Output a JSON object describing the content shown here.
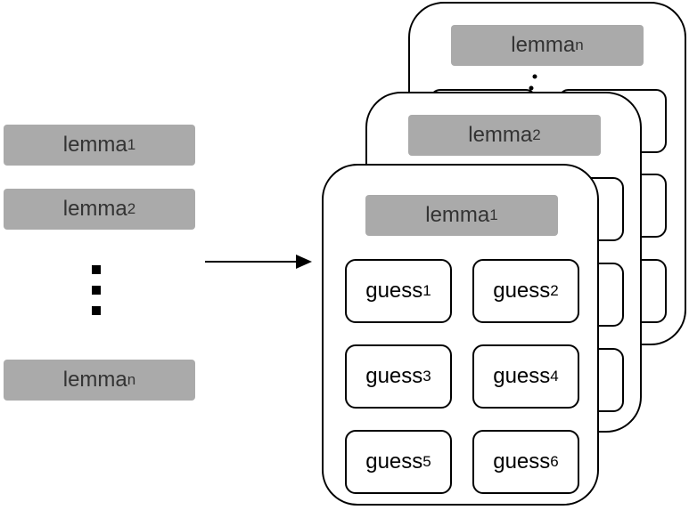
{
  "left_list": {
    "lemma_1": "lemma",
    "lemma_1_sub": "1",
    "lemma_2": "lemma",
    "lemma_2_sub": "2",
    "lemma_n": "lemma",
    "lemma_n_sub": "n"
  },
  "cards": {
    "back": {
      "lemma": "lemma",
      "lemma_sub": "n"
    },
    "middle": {
      "lemma": "lemma",
      "lemma_sub": "2"
    },
    "front": {
      "lemma": "lemma",
      "lemma_sub": "1",
      "guesses": [
        {
          "text": "guess",
          "sub": "1"
        },
        {
          "text": "guess",
          "sub": "2"
        },
        {
          "text": "guess",
          "sub": "3"
        },
        {
          "text": "guess",
          "sub": "4"
        },
        {
          "text": "guess",
          "sub": "5"
        },
        {
          "text": "guess",
          "sub": "6"
        }
      ]
    }
  },
  "colors": {
    "pill": "#aaaaaa",
    "stroke": "#000000",
    "text": "#333333"
  }
}
